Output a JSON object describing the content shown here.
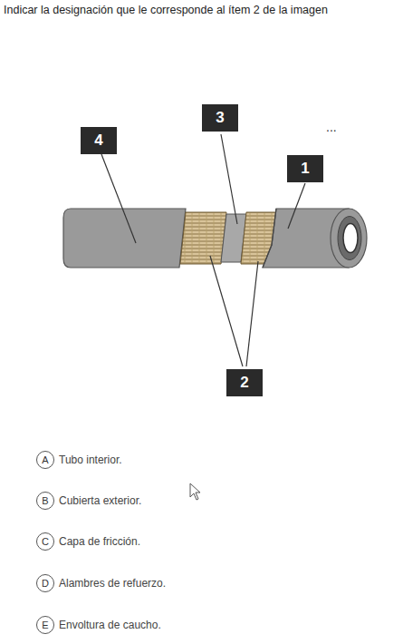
{
  "diagram": {
    "title": "Indicar la designación que le corresponde al ítem 2 de la imagen",
    "nodes": [
      {
        "text": [
          "3"
        ]
      },
      {
        "text": [
          "4"
        ]
      },
      {
        "text": [
          "1"
        ]
      },
      {
        "text": [
          "2"
        ]
      },
      {
        "text": [
          "A",
          "Tubo interior."
        ]
      },
      {
        "text": [
          "B",
          "Cubierta exterior."
        ]
      },
      {
        "text": [
          "C",
          "Capa de fricción."
        ]
      },
      {
        "text": [
          "D",
          "Alambres de refuerzo."
        ]
      },
      {
        "text": [
          "E",
          "Envoltura de caucho."
        ]
      }
    ],
    "labels": [
      "..."
    ]
  }
}
